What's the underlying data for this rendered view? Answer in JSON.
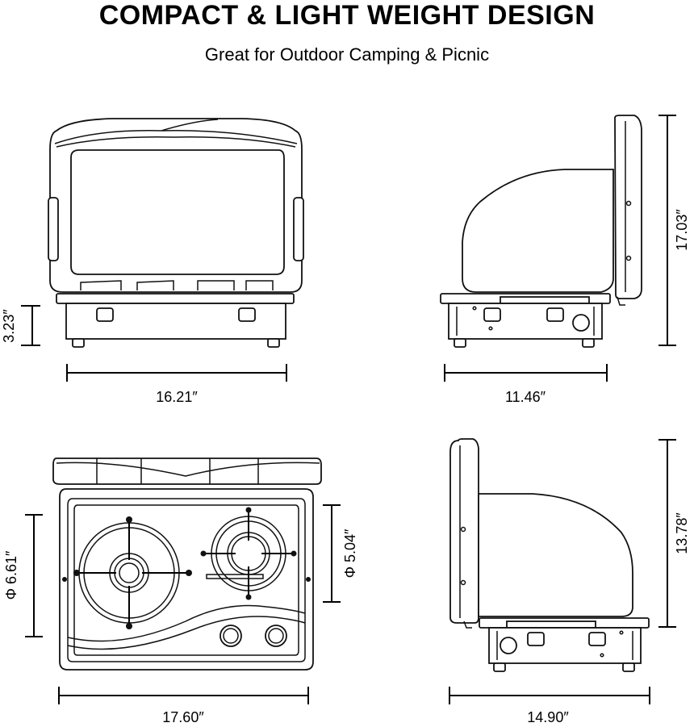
{
  "header": {
    "title": "COMPACT & LIGHT WEIGHT DESIGN",
    "subtitle": "Great for Outdoor Camping & Picnic"
  },
  "dimensions": {
    "front_height": "3.23″",
    "front_width": "16.21″",
    "side_width": "11.46″",
    "side_height": "17.03″",
    "top_width": "17.60″",
    "large_burner": "Φ 6.61″",
    "small_burner": "Φ 5.04″",
    "side2_width": "14.90″",
    "side2_height": "13.78″"
  }
}
